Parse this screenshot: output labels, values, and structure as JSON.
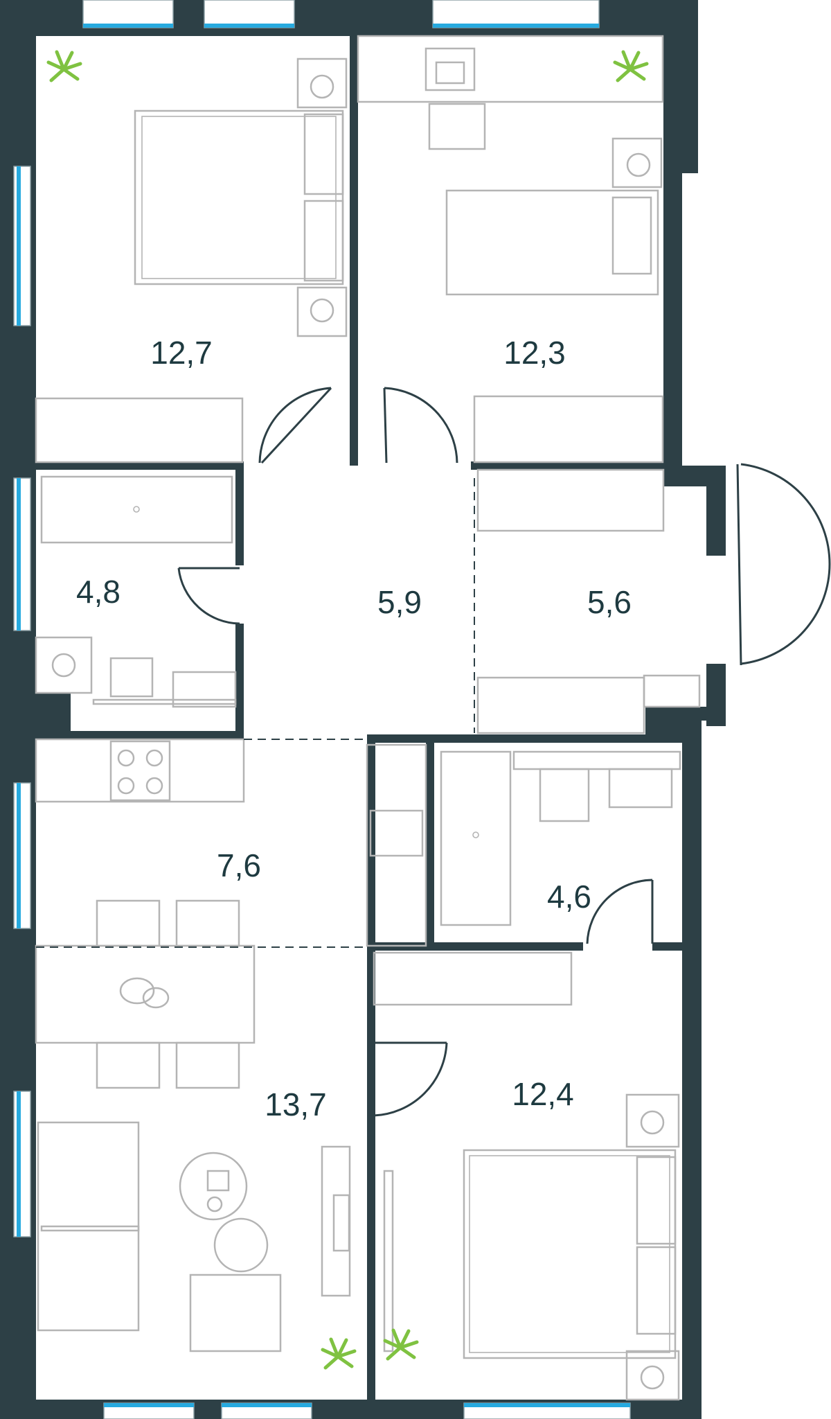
{
  "plan": {
    "rooms": [
      {
        "id": "bedroom-1",
        "area": "12,7"
      },
      {
        "id": "bedroom-2",
        "area": "12,3"
      },
      {
        "id": "bathroom-1",
        "area": "4,8"
      },
      {
        "id": "corridor",
        "area": "5,9"
      },
      {
        "id": "hall",
        "area": "5,6"
      },
      {
        "id": "kitchen",
        "area": "7,6"
      },
      {
        "id": "bathroom-2",
        "area": "4,6"
      },
      {
        "id": "living-room",
        "area": "13,7"
      },
      {
        "id": "bedroom-3",
        "area": "12,4"
      }
    ],
    "colors": {
      "wall": "#2d4046",
      "label": "#1e3a40",
      "furniture": "#b4b4b4",
      "window_glass": "#27aadf",
      "plant": "#7fc241"
    }
  }
}
